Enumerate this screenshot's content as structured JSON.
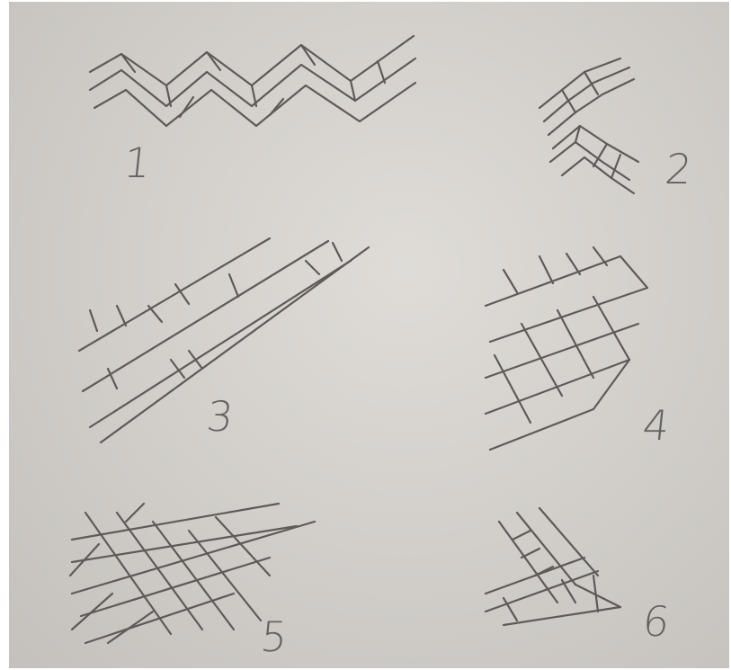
{
  "sketch": {
    "labels": [
      "1",
      "2",
      "3",
      "4",
      "5",
      "6"
    ],
    "ink_color": "#5e5a5a",
    "paper_color": "#d6d3cf",
    "patterns": [
      {
        "label": "1",
        "style": "zigzag-herringbone"
      },
      {
        "label": "2",
        "style": "small-herringbone"
      },
      {
        "label": "3",
        "style": "diagonal-running-bond"
      },
      {
        "label": "4",
        "style": "herringbone"
      },
      {
        "label": "5",
        "style": "basketweave-lattice"
      },
      {
        "label": "6",
        "style": "cross-stack"
      }
    ]
  }
}
